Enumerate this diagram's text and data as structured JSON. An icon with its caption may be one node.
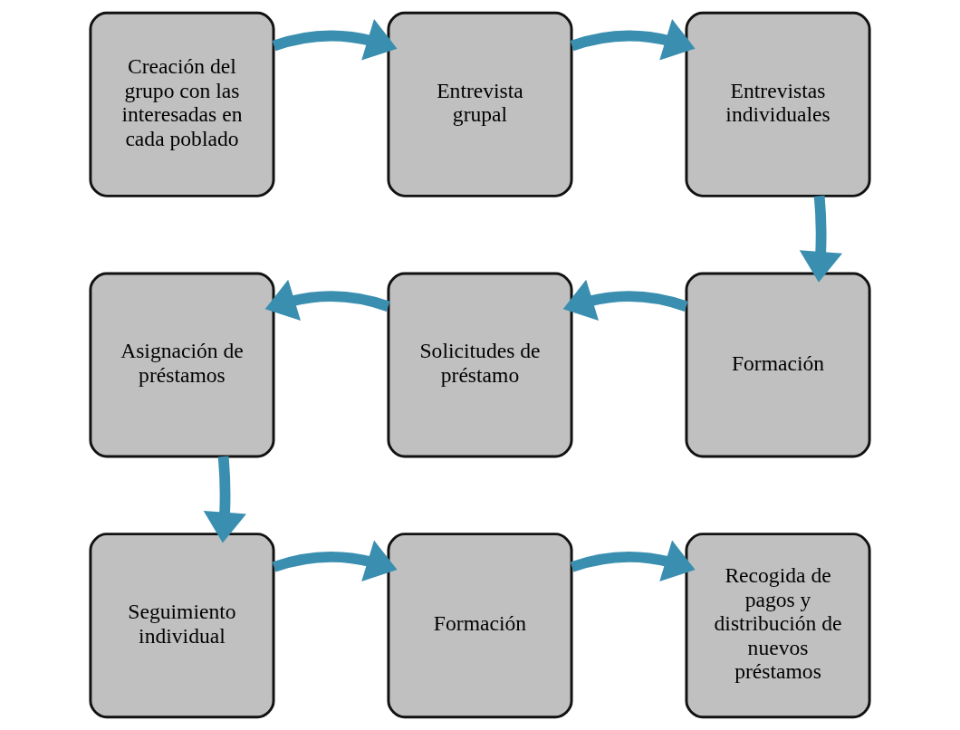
{
  "diagram": {
    "nodes": [
      {
        "text": [
          "Creación del grupo con las interesadas en cada poblado"
        ]
      },
      {
        "text": [
          "Entrevista grupal"
        ]
      },
      {
        "text": [
          "Entrevistas individuales"
        ]
      },
      {
        "text": [
          "Formación"
        ]
      },
      {
        "text": [
          "Solicitudes de préstamo"
        ]
      },
      {
        "text": [
          "Asignación de préstamos"
        ]
      },
      {
        "text": [
          "Seguimiento individual"
        ]
      },
      {
        "text": [
          "Formación"
        ]
      },
      {
        "text": [
          "Recogida de pagos y distribución de nuevos préstamos"
        ]
      }
    ],
    "edges": [
      {
        "from": 0,
        "to": 1,
        "arrow": "to"
      },
      {
        "from": 1,
        "to": 2,
        "arrow": "to"
      },
      {
        "from": 2,
        "to": 3,
        "arrow": "to"
      },
      {
        "from": 3,
        "to": 4,
        "arrow": "to"
      },
      {
        "from": 4,
        "to": 5,
        "arrow": "to"
      },
      {
        "from": 5,
        "to": 6,
        "arrow": "to"
      },
      {
        "from": 6,
        "to": 7,
        "arrow": "to"
      },
      {
        "from": 7,
        "to": 8,
        "arrow": "to"
      }
    ]
  }
}
